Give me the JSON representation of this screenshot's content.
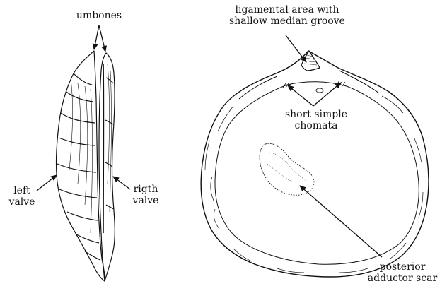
{
  "labels": {
    "umbones": "umbones",
    "left_valve_1": "left",
    "left_valve_2": "valve",
    "right_valve_1": "rigth",
    "right_valve_2": "valve",
    "ligamental_1": "ligamental area with",
    "ligamental_2": "shallow median groove",
    "chomata_1": "short simple",
    "chomata_2": "chomata",
    "adductor_1": "posterior",
    "adductor_2": "adductor scar"
  },
  "colors": {
    "ink": "#111111",
    "background": "#ffffff"
  }
}
